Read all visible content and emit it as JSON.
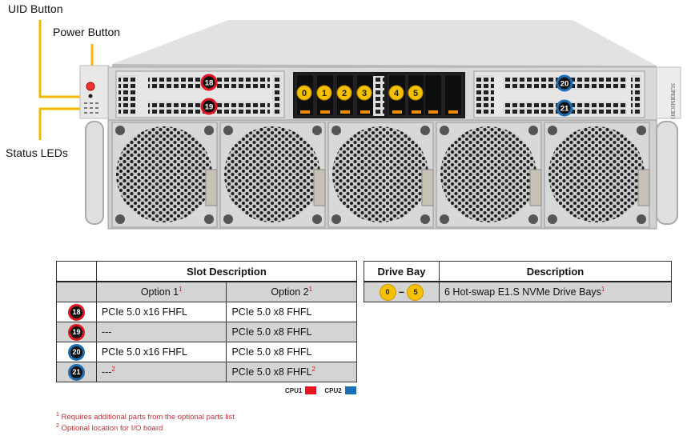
{
  "callouts": {
    "uid_button": "UID Button",
    "power_button": "Power Button",
    "status_leds": "Status LEDs"
  },
  "server": {
    "brand": "SUPERMICRO",
    "pcie_slots_left": [
      "18",
      "19"
    ],
    "pcie_slots_right": [
      "20",
      "21"
    ],
    "drive_bays": [
      "0",
      "1",
      "2",
      "3",
      "4",
      "5"
    ],
    "fan_count": 5
  },
  "slot_table": {
    "title": "Slot Description",
    "option1": "Option 1",
    "option1_note": "1",
    "option2": "Option 2",
    "option2_note": "1",
    "rows": [
      {
        "slot": "18",
        "cpu": "CPU1",
        "option1": "PCIe 5.0 x16 FHFL",
        "option1_note": "",
        "option2": "PCIe 5.0 x8 FHFL",
        "option2_note": ""
      },
      {
        "slot": "19",
        "cpu": "CPU1",
        "option1": "---",
        "option1_note": "",
        "option2": "PCIe 5.0 x8 FHFL",
        "option2_note": ""
      },
      {
        "slot": "20",
        "cpu": "CPU2",
        "option1": "PCIe 5.0 x16 FHFL",
        "option1_note": "",
        "option2": "PCIe 5.0 x8 FHFL",
        "option2_note": ""
      },
      {
        "slot": "21",
        "cpu": "CPU2",
        "option1": "---",
        "option1_note": "2",
        "option2": "PCIe 5.0 x8 FHFL",
        "option2_note": "2"
      }
    ]
  },
  "legend": {
    "cpu1": "CPU1",
    "cpu1_color": "#e8141e",
    "cpu2": "CPU2",
    "cpu2_color": "#1a6fb5"
  },
  "drive_table": {
    "col1": "Drive Bay",
    "col2": "Description",
    "range_start": "0",
    "range_dash": "–",
    "range_end": "5",
    "description": "6 Hot-swap E1.S NVMe Drive Bays",
    "description_note": "1"
  },
  "footnotes": [
    {
      "mark": "1",
      "text": "Requires additional parts from the optional parts list"
    },
    {
      "mark": "2",
      "text": "Optional location for I/O board"
    }
  ]
}
